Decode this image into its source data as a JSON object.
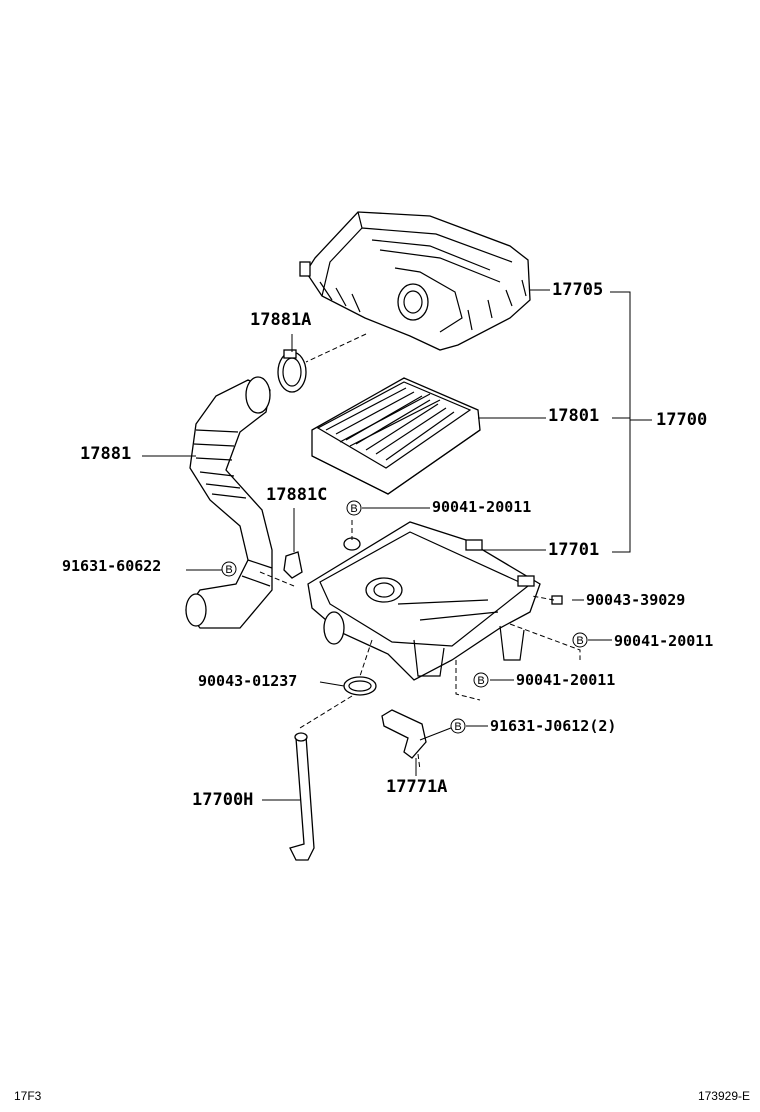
{
  "labels": {
    "p17705": "17705",
    "p17881A": "17881A",
    "p17801": "17801",
    "p17700": "17700",
    "p17881": "17881",
    "p17881C": "17881C",
    "p90041_20011_a": "90041-20011",
    "p17701": "17701",
    "p91631_60622": "91631-60622",
    "p90043_39029": "90043-39029",
    "p90041_20011_b": "90041-20011",
    "p90043_01237": "90043-01237",
    "p90041_20011_c": "90041-20011",
    "p91631_J0612": "91631-J0612(2)",
    "p17771A": "17771A",
    "p17700H": "17700H"
  },
  "bolt_marker": "B",
  "footer": {
    "left": "17F3",
    "right": "173929-E"
  }
}
